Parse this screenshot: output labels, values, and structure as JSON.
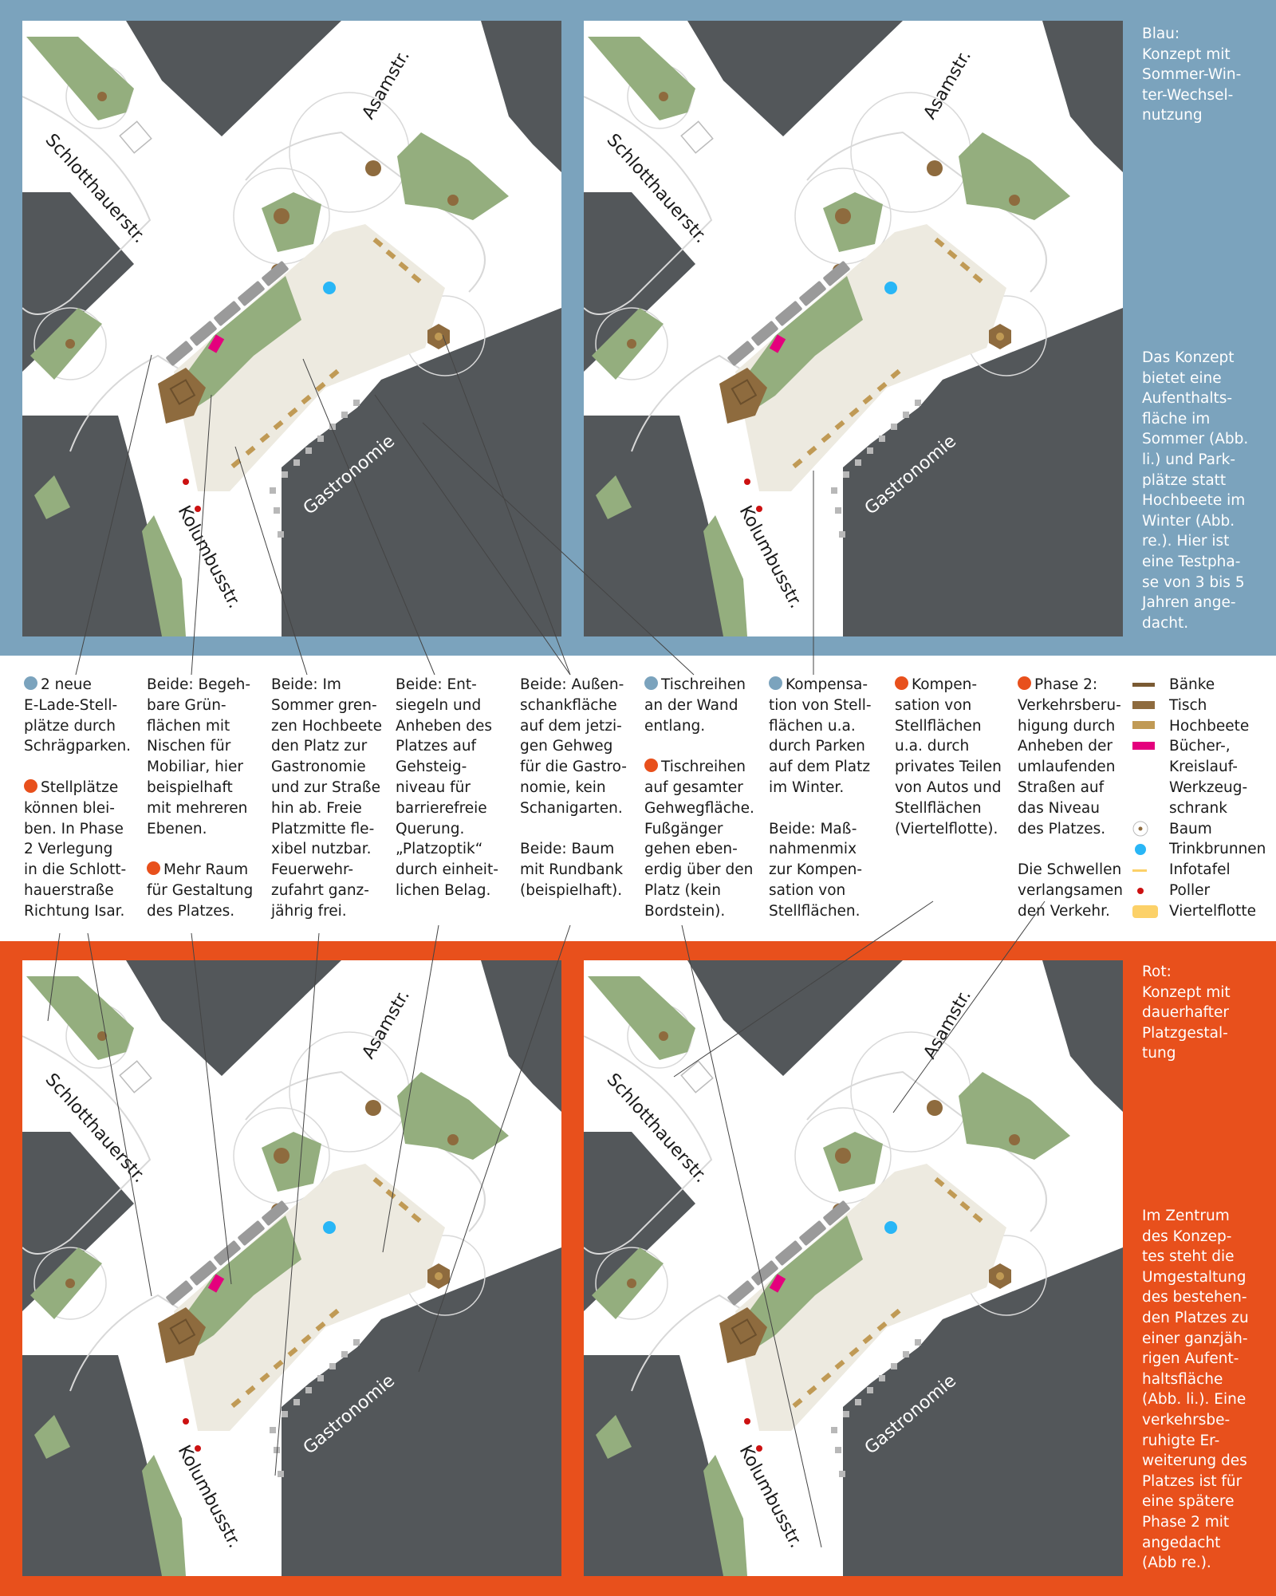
{
  "colors": {
    "blue": "#7ba3bd",
    "orange": "#e8501c",
    "building": "#53575a",
    "green": "#94ae7e",
    "plaza": "#edeae0",
    "hochbeet": "#c09a55",
    "tisch": "#8e6b3e",
    "bench": "#7a5a33",
    "pink": "#e4007d",
    "fountain": "#29b6f6",
    "poller": "#cc1111",
    "viertelflotte": "#fcd168"
  },
  "streets": {
    "schlotthauer": "Schlotthauerstr.",
    "asam": "Asamstr.",
    "kolumbus": "Kolumbusstr.",
    "gastronomie": "Gastronomie"
  },
  "side": {
    "blue_title": "Blau:\nKonzept mit Sommer-Winter-Wechselnutzung",
    "blue_title_lines": [
      "Blau:",
      "Konzept mit",
      "Sommer-Win-",
      "ter-Wechsel-",
      "nutzung"
    ],
    "blue_body_lines": [
      "Das Konzept",
      "bietet eine",
      "Aufenthalts-",
      "fläche im",
      "Sommer (Abb.",
      "li.) und Park-",
      "plätze statt",
      "Hochbeete im",
      "Winter (Abb.",
      "re.). Hier ist",
      "eine Testpha-",
      "se von 3 bis 5",
      "Jahren ange-",
      "dacht."
    ],
    "red_title_lines": [
      "Rot:",
      "Konzept mit",
      "dauerhafter",
      "Platzgestal-",
      "tung"
    ],
    "red_body_lines": [
      "Im Zentrum",
      "des Konzep-",
      "tes  steht die",
      "Umgestaltung",
      "des bestehen-",
      "den Platzes zu",
      "einer ganzjäh-",
      "rigen Aufent-",
      "haltsfläche",
      "(Abb. li.). Eine",
      "verkehrsbe-",
      "ruhigte Er-",
      "weiterung des",
      "Platzes ist für",
      "eine spätere",
      "Phase 2 mit",
      "angedacht",
      "(Abb re.)."
    ]
  },
  "notes": {
    "c1": [
      {
        "dot": "blue",
        "lines": [
          "2 neue",
          "E-Lade-Stell-",
          "plätze durch",
          "Schrägparken."
        ]
      },
      {
        "dot": "orange",
        "lines": [
          "Stellplätze",
          "können blei-",
          "ben. In Phase",
          "2 Verlegung",
          "in die Schlott-",
          "hauerstraße",
          "Richtung Isar."
        ]
      }
    ],
    "c2": [
      {
        "dot": "",
        "lines": [
          "Beide: Begeh-",
          "bare Grün-",
          "flächen mit",
          "Nischen für",
          "Mobiliar, hier",
          "beispielhaft",
          "mit mehreren",
          "Ebenen."
        ]
      },
      {
        "dot": "orange",
        "lines": [
          "Mehr Raum",
          "für Gestaltung",
          "des Platzes."
        ]
      }
    ],
    "c3": [
      {
        "dot": "",
        "lines": [
          "Beide: Im",
          "Sommer gren-",
          "zen Hochbeete",
          "den Platz zur",
          "Gastronomie",
          "und zur Straße",
          "hin ab. Freie",
          "Platzmitte fle-",
          "xibel nutzbar.",
          "Feuerwehr-",
          "zufahrt ganz-",
          "jährig frei."
        ]
      }
    ],
    "c4": [
      {
        "dot": "",
        "lines": [
          "Beide: Ent-",
          "siegeln und",
          "Anheben des",
          "Platzes auf",
          "Gehsteig-",
          "niveau für",
          "barrierefreie",
          "Querung.",
          "„Platzoptik“",
          "durch einheit-",
          "lichen Belag."
        ]
      }
    ],
    "c5": [
      {
        "dot": "",
        "lines": [
          "Beide: Außen-",
          "schankfläche",
          "auf dem jetzi-",
          "gen Gehweg",
          "für die Gastro-",
          "nomie, kein",
          "Schanigarten."
        ]
      },
      {
        "dot": "",
        "lines": [
          "Beide: Baum",
          "mit Rundbank",
          "(beispielhaft)."
        ]
      }
    ],
    "c6": [
      {
        "dot": "blue",
        "lines": [
          "Tischreihen",
          "an der Wand",
          "entlang."
        ]
      },
      {
        "dot": "orange",
        "lines": [
          "Tischreihen",
          "auf gesamter",
          "Gehwegfläche.",
          "Fußgänger",
          "gehen eben-",
          "erdig über den",
          "Platz (kein",
          "Bordstein)."
        ]
      }
    ],
    "c7": [
      {
        "dot": "blue",
        "lines": [
          "Kompensa-",
          "tion von Stell-",
          "flächen u.a.",
          "durch Parken",
          "auf dem Platz",
          "im Winter."
        ]
      },
      {
        "dot": "",
        "lines": [
          "Beide: Maß-",
          "nahmenmix",
          "zur Kompen-",
          "sation von",
          "Stellflächen."
        ]
      }
    ],
    "c8": [
      {
        "dot": "orange",
        "lines": [
          "Kompen-",
          "sation von",
          "Stellflächen",
          "u.a. durch",
          "privates Teilen",
          "von Autos und",
          "Stellflächen",
          "(Viertelflotte)."
        ]
      }
    ],
    "c9": [
      {
        "dot": "orange",
        "lines": [
          "Phase 2:",
          "Verkehrsberu-",
          "higung durch",
          "Anheben der",
          "umlaufenden",
          "Straßen auf",
          "das Niveau",
          "des Platzes."
        ]
      },
      {
        "dot": "",
        "lines": [
          "Die Schwellen",
          "verlangsamen",
          "den Verkehr."
        ]
      }
    ]
  },
  "legend": [
    {
      "icon": "bench-icon",
      "label": "Bänke"
    },
    {
      "icon": "table-icon",
      "label": "Tisch"
    },
    {
      "icon": "raised-bed-icon",
      "label": "Hochbeete"
    },
    {
      "icon": "book-cabinet-icon",
      "label": "Bücher-,"
    },
    {
      "icon": "",
      "label": "Kreislauf-"
    },
    {
      "icon": "",
      "label": "Werkzeug-"
    },
    {
      "icon": "",
      "label": "schrank"
    },
    {
      "icon": "tree-icon",
      "label": "Baum"
    },
    {
      "icon": "fountain-icon",
      "label": "Trinkbrunnen"
    },
    {
      "icon": "info-board-icon",
      "label": "Infotafel"
    },
    {
      "icon": "bollard-icon",
      "label": "Poller"
    },
    {
      "icon": "car-share-icon",
      "label": "Viertelflotte"
    }
  ]
}
